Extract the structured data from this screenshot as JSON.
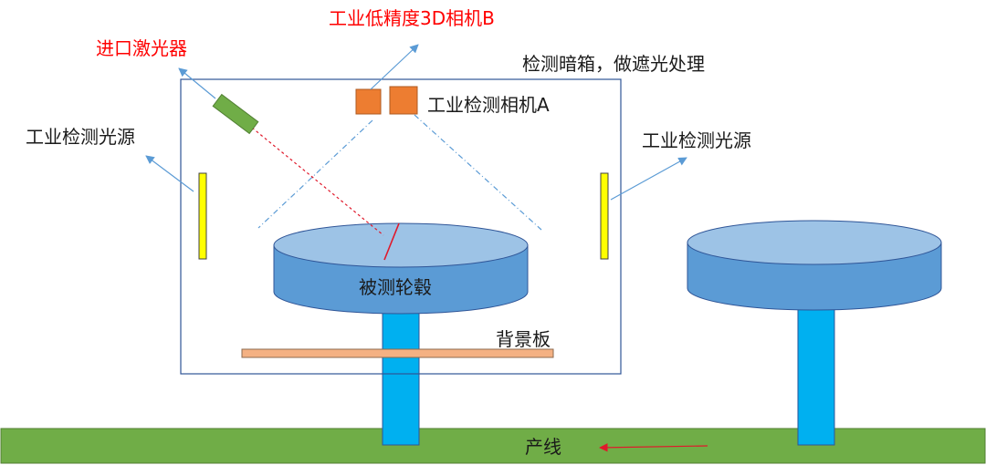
{
  "labels": {
    "camera_b": "工业低精度3D相机B",
    "laser": "进口激光器",
    "darkbox": "检测暗箱，做遮光处理",
    "camera_a": "工业检测相机A",
    "light_left": "工业检测光源",
    "light_right": "工业检测光源",
    "hub": "被测轮毂",
    "background_plate": "背景板",
    "production_line": "产线"
  },
  "colors": {
    "red_label": "#ff0000",
    "production_line": "#70ad47",
    "hub_top": "#9dc3e6",
    "hub_body": "#5b9bd5",
    "shaft": "#00b0f0",
    "camera": "#ed7d31",
    "light": "#ffff00",
    "background_plate": "#f4b183",
    "laser_body": "#70ad47",
    "arrow_blue": "#5b9bd5",
    "laser_beam": "#e0192b"
  }
}
